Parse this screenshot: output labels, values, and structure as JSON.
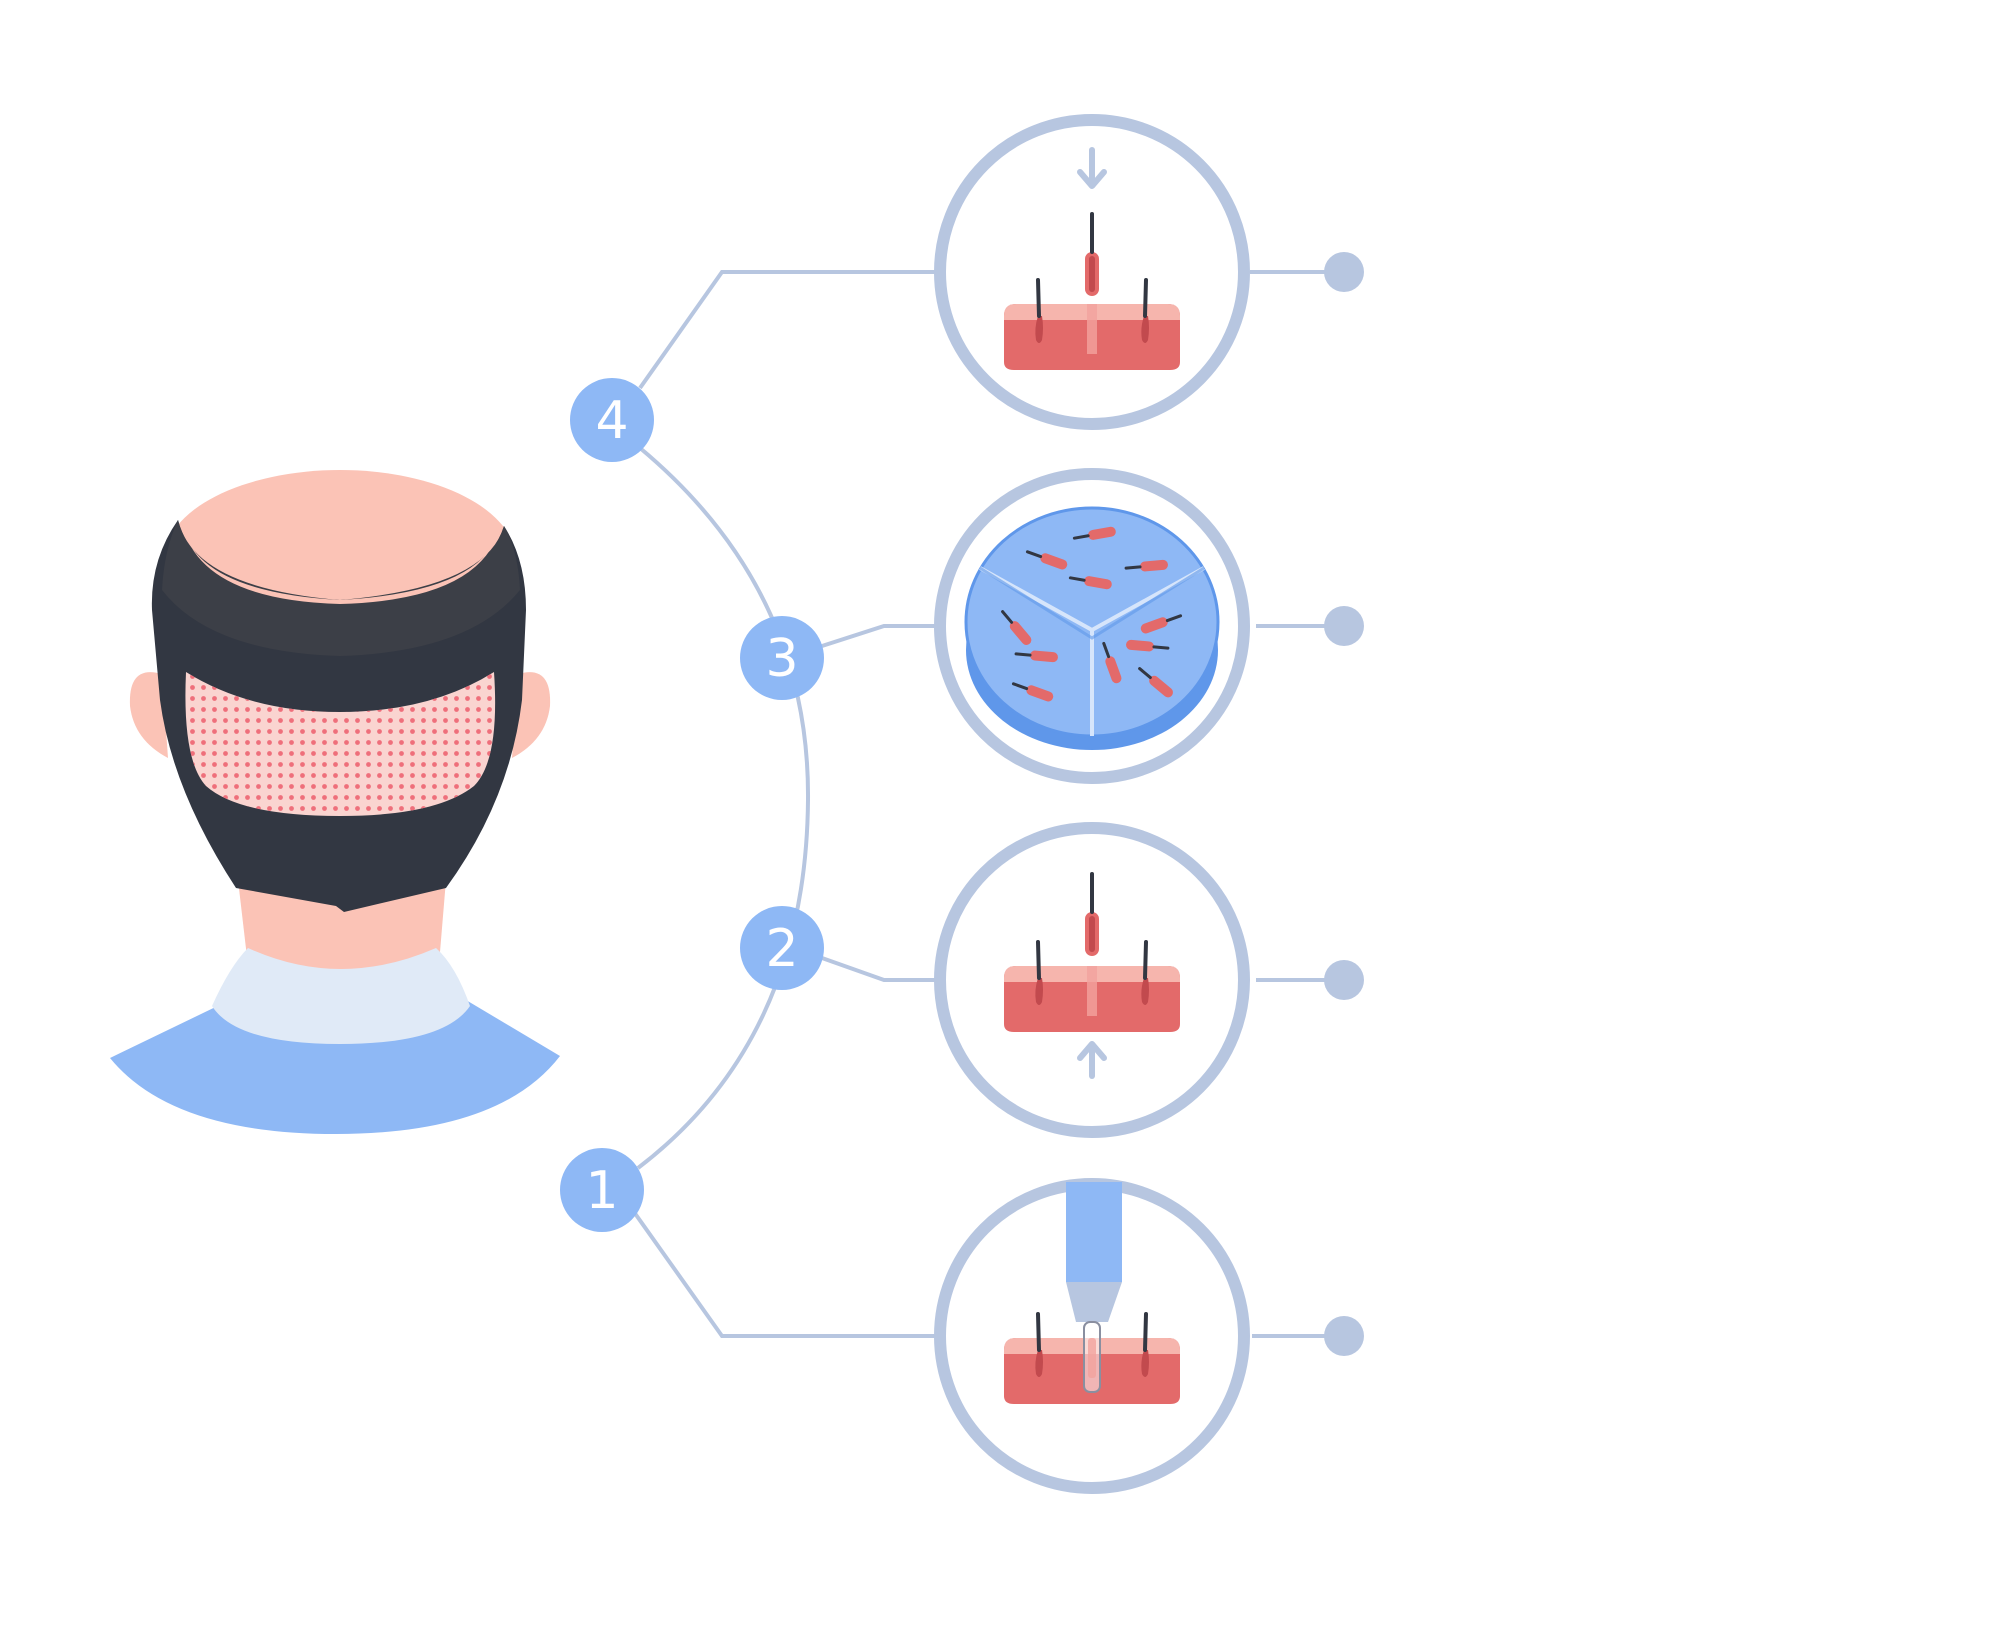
{
  "diagram": {
    "colors": {
      "connector": "#b7c6e0",
      "badge": "#8eb8f5",
      "hair": "#323742",
      "hair_top": "#3c3f47",
      "skin": "#fbc3b6",
      "donor_dots": "#ef6f7b",
      "collar": "#e0eaf7",
      "shirt": "#8eb8f5",
      "tissue": "#e36a6a",
      "tissue_top": "#f6b5ad",
      "dish": "#8eb8f5",
      "dish_rim": "#5f97ea"
    },
    "steps": [
      {
        "label": "1",
        "icon": "punch-extraction-icon"
      },
      {
        "label": "2",
        "icon": "graft-removal-icon"
      },
      {
        "label": "3",
        "icon": "graft-dish-icon"
      },
      {
        "label": "4",
        "icon": "graft-implant-icon"
      }
    ],
    "figure": {
      "icon": "patient-head-back-icon",
      "area": "donor-area"
    }
  }
}
